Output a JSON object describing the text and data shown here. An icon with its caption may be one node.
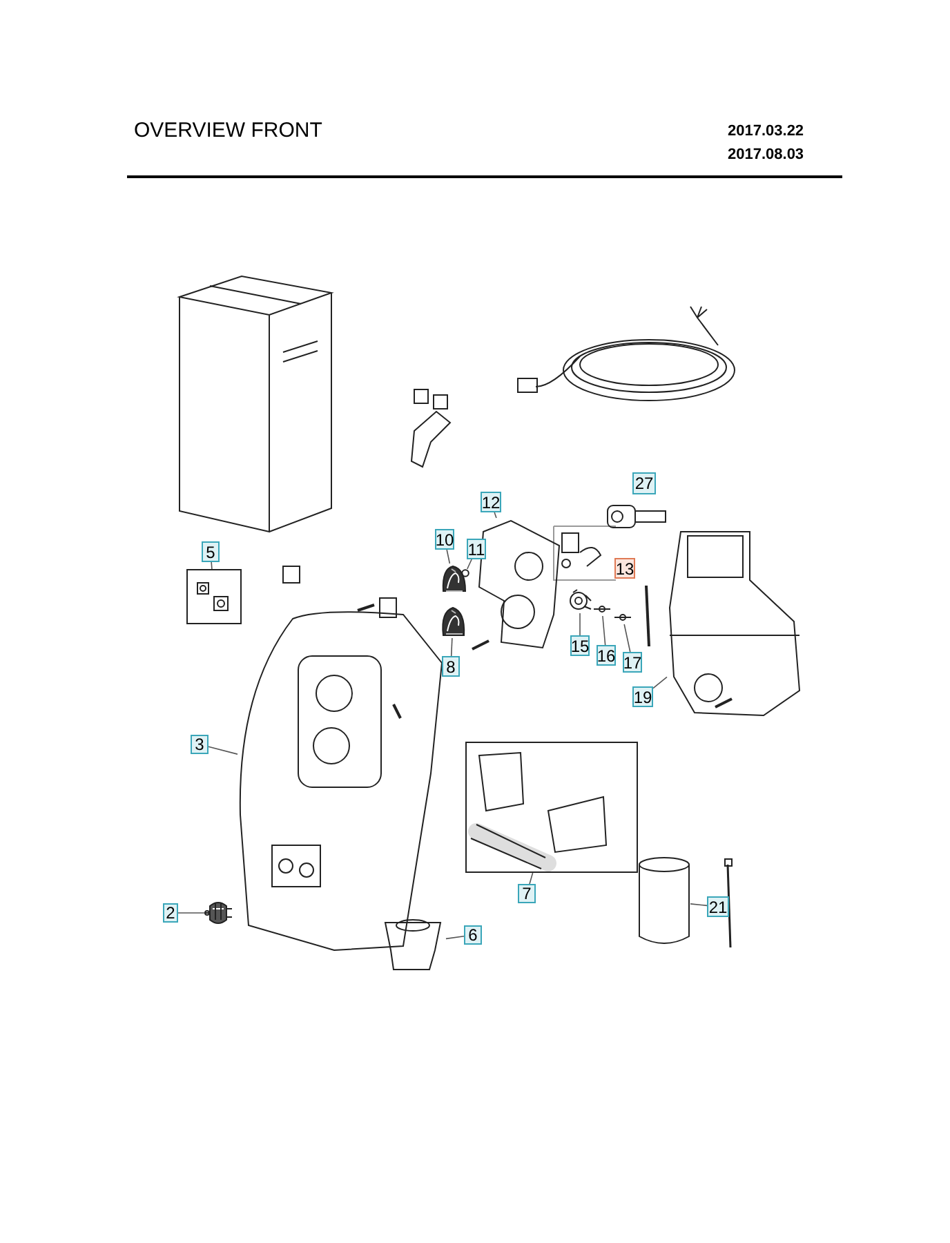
{
  "diagram": {
    "title": "OVERVIEW FRONT",
    "nodes": [
      {
        "text": [
          "12"
        ]
      },
      {
        "text": [
          "27"
        ]
      },
      {
        "text": [
          "10"
        ]
      },
      {
        "text": [
          "11"
        ]
      },
      {
        "text": [],
        "shape": "picture"
      },
      {
        "text": [],
        "shape": "picture"
      },
      {
        "text": [],
        "shape": "circle"
      },
      {
        "text": [
          "13"
        ]
      },
      {
        "text": [
          "5"
        ]
      },
      {
        "text": [],
        "shape": "box"
      },
      {
        "text": [],
        "shape": "picture"
      },
      {
        "text": [
          "8"
        ]
      },
      {
        "text": [],
        "shape": "picture"
      },
      {
        "text": [],
        "shape": "picture"
      },
      {
        "text": [],
        "shape": "picture"
      },
      {
        "text": [
          "15"
        ]
      },
      {
        "text": [
          "16"
        ]
      },
      {
        "text": [
          "17"
        ]
      },
      {
        "text": [
          "3"
        ]
      },
      {
        "text": [],
        "shape": "picture"
      },
      {
        "text": [],
        "shape": "picture"
      },
      {
        "text": [
          "19"
        ]
      },
      {
        "text": [],
        "shape": "box"
      },
      {
        "text": [
          "7"
        ]
      },
      {
        "text": [
          "2"
        ]
      },
      {
        "text": [],
        "shape": "picture"
      },
      {
        "text": [],
        "shape": "picture"
      },
      {
        "text": [
          "6"
        ]
      },
      {
        "text": [],
        "shape": "cylinder"
      },
      {
        "text": [
          "21"
        ]
      }
    ],
    "edges": [
      {
        "from": 0,
        "to": 4,
        "arrow": "none"
      },
      {
        "from": 2,
        "to": 5,
        "arrow": "none"
      },
      {
        "from": 3,
        "to": 6,
        "arrow": "none"
      },
      {
        "from": 8,
        "to": 9,
        "arrow": "none"
      },
      {
        "from": 11,
        "to": 10,
        "arrow": "none"
      },
      {
        "from": 15,
        "to": 12,
        "arrow": "none"
      },
      {
        "from": 16,
        "to": 13,
        "arrow": "none"
      },
      {
        "from": 17,
        "to": 14,
        "arrow": "none"
      },
      {
        "from": 18,
        "to": 19,
        "arrow": "none"
      },
      {
        "from": 21,
        "to": 20,
        "arrow": "none"
      },
      {
        "from": 23,
        "to": 22,
        "arrow": "none"
      },
      {
        "from": 24,
        "to": 25,
        "arrow": "none"
      },
      {
        "from": 27,
        "to": 26,
        "arrow": "none"
      },
      {
        "from": 29,
        "to": 28,
        "arrow": "none"
      }
    ],
    "labels": [
      "2017.03.22",
      "2017.08.03"
    ]
  }
}
